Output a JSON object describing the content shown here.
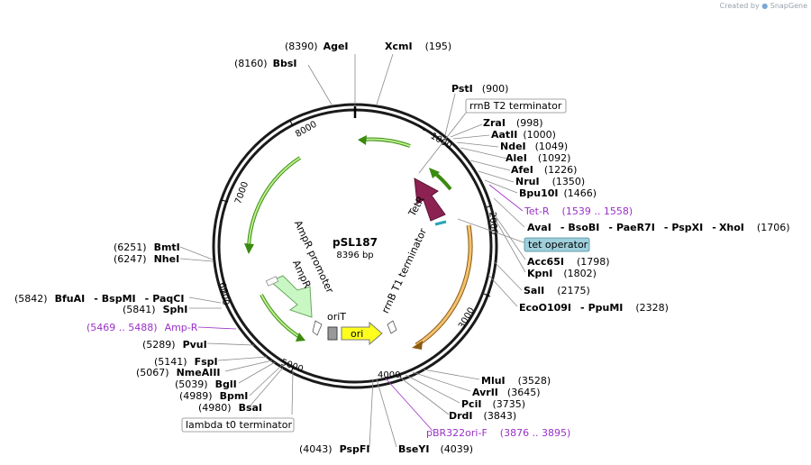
{
  "brand": {
    "prefix": "Created by",
    "name": "SnapGene"
  },
  "plasmid": {
    "name": "pSL187",
    "size": "8396 bp"
  },
  "ticks": [
    "1000",
    "2000",
    "3000",
    "4000",
    "5000",
    "6000",
    "7000",
    "8000"
  ],
  "features": {
    "tetr": "TetR",
    "ampr": "AmpR",
    "ampr_promoter": "AmpR promoter",
    "orit": "oriT",
    "ori": "ori",
    "rrnb_t1": "rrnB T1 terminator",
    "rrnb_t2": "rrnB T2 terminator",
    "tet_operator": "tet operator",
    "lambda_t0": "lambda t0 terminator"
  },
  "primers": {
    "tetr": {
      "name": "Tet-R",
      "range": "(1539 .. 1558)"
    },
    "ampr": {
      "name": "Amp-R",
      "range": "(5469 .. 5488)"
    },
    "pbr": {
      "name": "pBR322ori-F",
      "range": "(3876 .. 3895)"
    }
  },
  "sites": {
    "agei": {
      "name": "AgeI",
      "pos": "(8390)"
    },
    "xcmi": {
      "name": "XcmI",
      "pos": "(195)"
    },
    "bbsi": {
      "name": "BbsI",
      "pos": "(8160)"
    },
    "psti": {
      "name": "PstI",
      "pos": "(900)"
    },
    "zrai": {
      "name": "ZraI",
      "pos": "(998)"
    },
    "aatii": {
      "name": "AatII",
      "pos": "(1000)"
    },
    "ndei": {
      "name": "NdeI",
      "pos": "(1049)"
    },
    "alei": {
      "name": "AleI",
      "pos": "(1092)"
    },
    "afei": {
      "name": "AfeI",
      "pos": "(1226)"
    },
    "nrui": {
      "name": "NruI",
      "pos": "(1350)"
    },
    "bpu10i": {
      "name": "Bpu10I",
      "pos": "(1466)"
    },
    "avai": {
      "name": "AvaI",
      "sep": "-",
      "names": [
        "BsoBI",
        "PaeR7I",
        "PspXI",
        "XhoI"
      ],
      "pos": "(1706)"
    },
    "acc65i": {
      "name": "Acc65I",
      "pos": "(1798)"
    },
    "kpni": {
      "name": "KpnI",
      "pos": "(1802)"
    },
    "sali": {
      "name": "SalI",
      "pos": "(2175)"
    },
    "eco": {
      "name": "EcoO109I",
      "name2": "PpuMI",
      "pos": "(2328)"
    },
    "mlui": {
      "name": "MluI",
      "pos": "(3528)"
    },
    "avrii": {
      "name": "AvrII",
      "pos": "(3645)"
    },
    "pcii": {
      "name": "PciI",
      "pos": "(3735)"
    },
    "drdi": {
      "name": "DrdI",
      "pos": "(3843)"
    },
    "bseyi": {
      "name": "BseYI",
      "pos": "(4039)"
    },
    "pspfi": {
      "name": "PspFI",
      "pos": "(4043)"
    },
    "bsai": {
      "name": "BsaI",
      "pos": "(4980)"
    },
    "bpmi": {
      "name": "BpmI",
      "pos": "(4989)"
    },
    "bgli": {
      "name": "BglI",
      "pos": "(5039)"
    },
    "nmeaiii": {
      "name": "NmeAIII",
      "pos": "(5067)"
    },
    "fspi": {
      "name": "FspI",
      "pos": "(5141)"
    },
    "pvui": {
      "name": "PvuI",
      "pos": "(5289)"
    },
    "sphi": {
      "name": "SphI",
      "pos": "(5841)"
    },
    "bfuai": {
      "name": "BfuAI",
      "name2": "BspMI",
      "name3": "PaqCI",
      "pos": "(5842)"
    },
    "nhei": {
      "name": "NheI",
      "pos": "(6247)"
    },
    "bmti": {
      "name": "BmtI",
      "pos": "(6251)"
    }
  }
}
